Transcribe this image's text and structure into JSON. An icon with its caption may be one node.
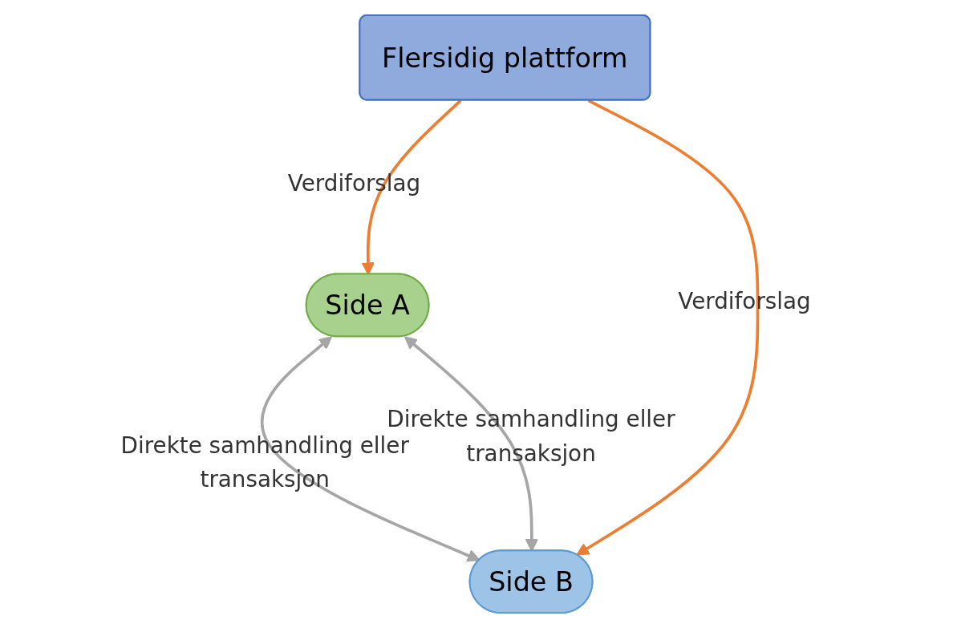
{
  "diagram": {
    "nodes": [
      {
        "text": [
          "Side A"
        ]
      },
      {
        "text": [
          "Flersidig plattform"
        ]
      },
      {
        "text": [
          "Side B"
        ]
      }
    ],
    "edges": [
      {
        "from": 0,
        "to": 2,
        "arrow": "both",
        "label": "Direkte samhandling eller transaksjon",
        "color": "#a6a6a6"
      },
      {
        "from": 1,
        "to": 0,
        "arrow": "to",
        "label": "Verdiforslag",
        "color": "#ed7d31"
      },
      {
        "from": 0,
        "to": 2,
        "arrow": "both",
        "label": "Direkte samhandling eller transaksjon",
        "color": "#a6a6a6"
      },
      {
        "from": 1,
        "to": 2,
        "arrow": "to",
        "label": "Verdiforslag",
        "color": "#ed7d31"
      }
    ]
  }
}
